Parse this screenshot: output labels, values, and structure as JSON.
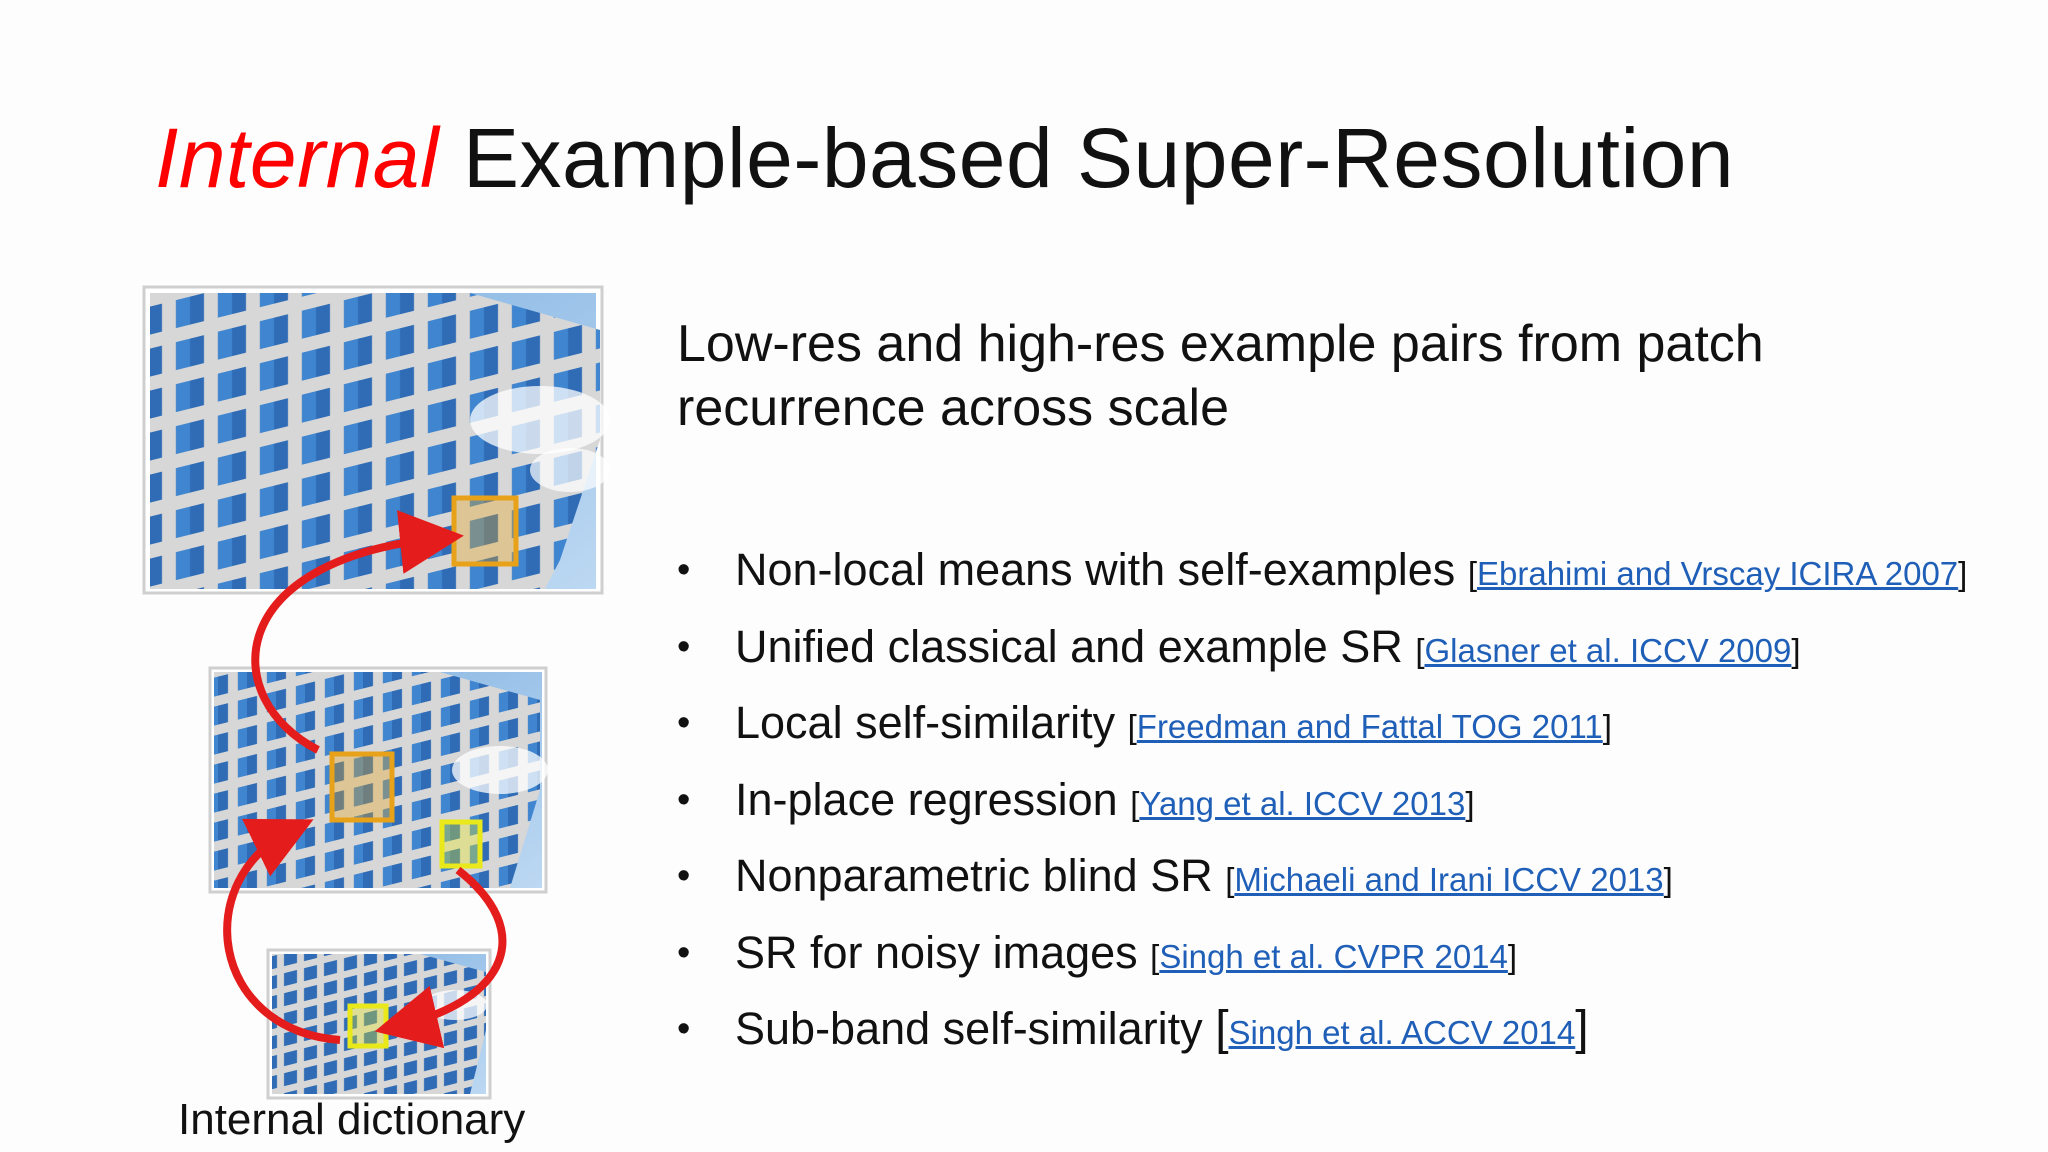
{
  "slide": {
    "title_emphasis": "Internal",
    "title_rest": "Example-based Super-Resolution",
    "intro": "Low-res and high-res example pairs from patch recurrence across scale",
    "bullets": [
      {
        "text": "Non-local means with self-examples",
        "cite_open": "[",
        "link": "Ebrahimi and Vrscay ICIRA 2007",
        "cite_close": "]"
      },
      {
        "text": "Unified classical and example SR",
        "cite_open": "[",
        "link": "Glasner et al. ICCV 2009",
        "cite_close": "]"
      },
      {
        "text": "Local self-similarity",
        "cite_open": "[",
        "link": "Freedman and Fattal TOG 2011",
        "cite_close": "]"
      },
      {
        "text": "In-place regression",
        "cite_open": "[",
        "link": "Yang et al. ICCV 2013",
        "cite_close": "]"
      },
      {
        "text": "Nonparametric blind SR",
        "cite_open": "[",
        "link": "Michaeli and Irani ICCV 2013",
        "cite_close": "]"
      },
      {
        "text": "SR for noisy images",
        "cite_open": "[",
        "link": "Singh et al. CVPR 2014",
        "cite_close": "]"
      },
      {
        "text": "Sub-band self-similarity",
        "cite_open": "[",
        "link": "Singh et al. ACCV 2014",
        "cite_close": "]"
      }
    ],
    "bullet_glyph": "•",
    "figure_caption": "Internal dictionary"
  },
  "colors": {
    "emphasis": "#ff0000",
    "link": "#1f5fb8",
    "arrow": "#e51c1c",
    "patch_orange": "#e8a21a",
    "patch_yellow": "#e8e81a"
  },
  "icons": {
    "arrow": "curved-arrow-icon",
    "building": "building-photo-icon"
  }
}
